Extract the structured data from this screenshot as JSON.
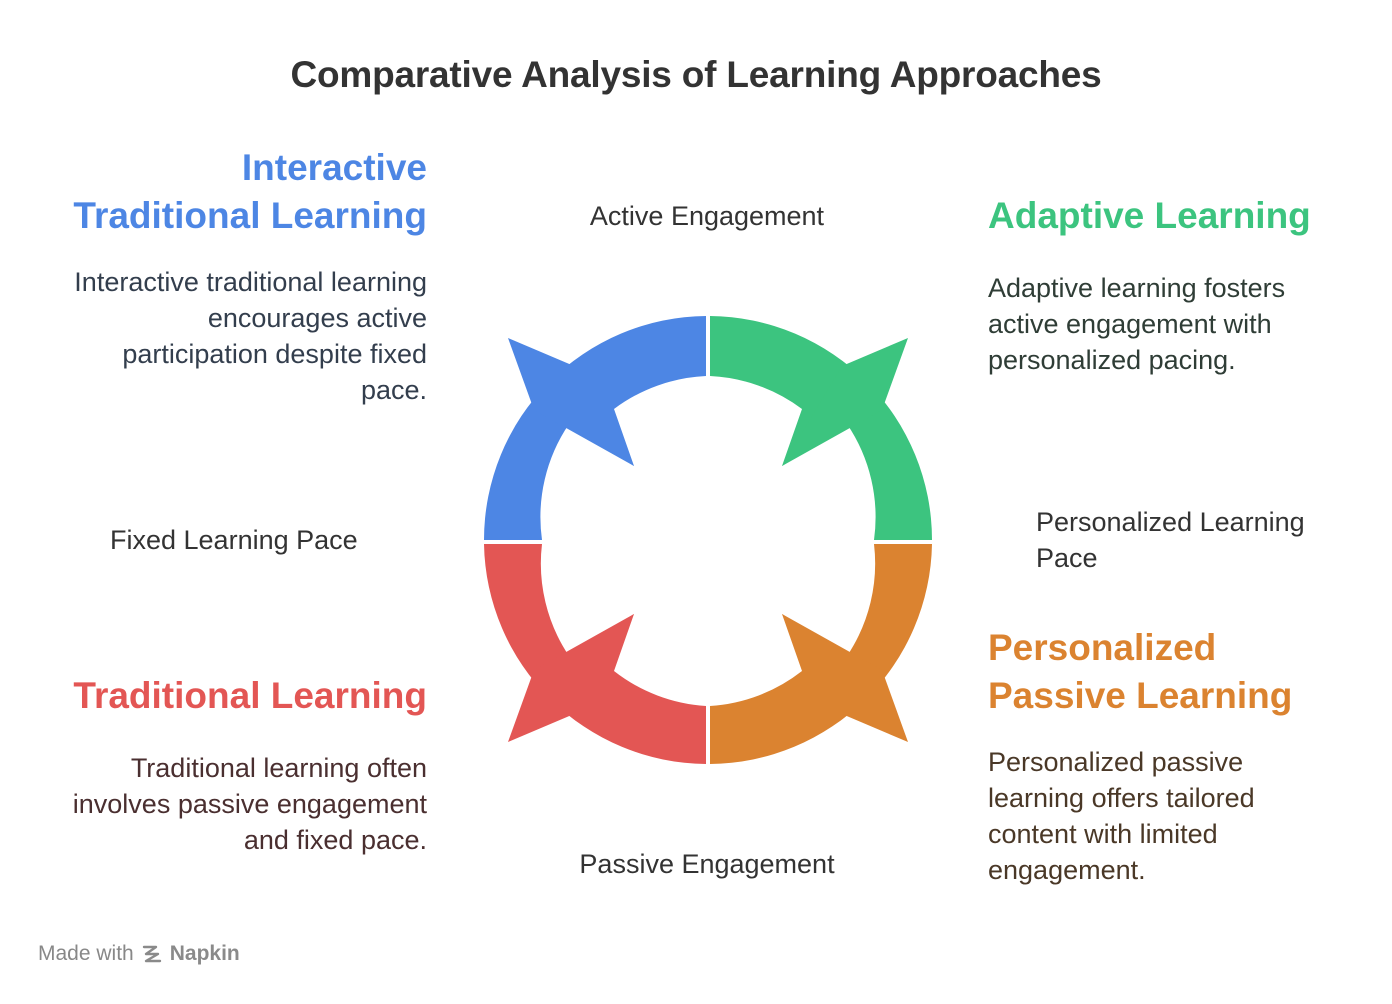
{
  "title": "Comparative Analysis of Learning Approaches",
  "axes": {
    "top": "Active Engagement",
    "bottom": "Passive Engagement",
    "left": "Fixed Learning Pace",
    "right": "Personalized Learning Pace"
  },
  "quadrants": {
    "top_left": {
      "heading_line1": "Interactive",
      "heading_line2": "Traditional Learning",
      "description": "Interactive traditional learning encourages active participation despite fixed pace.",
      "color": "#4d86e4"
    },
    "top_right": {
      "heading": "Adaptive Learning",
      "description": "Adaptive learning fosters active engagement with personalized pacing.",
      "color": "#3cc47f"
    },
    "bottom_left": {
      "heading": "Traditional Learning",
      "description": "Traditional learning often involves passive engagement and fixed pace.",
      "color": "#e35654"
    },
    "bottom_right": {
      "heading_line1": "Personalized",
      "heading_line2": "Passive Learning",
      "description": "Personalized passive learning offers tailored content with limited engagement.",
      "color": "#db8330"
    }
  },
  "footer": {
    "made_with": "Made with",
    "brand": "Napkin"
  }
}
